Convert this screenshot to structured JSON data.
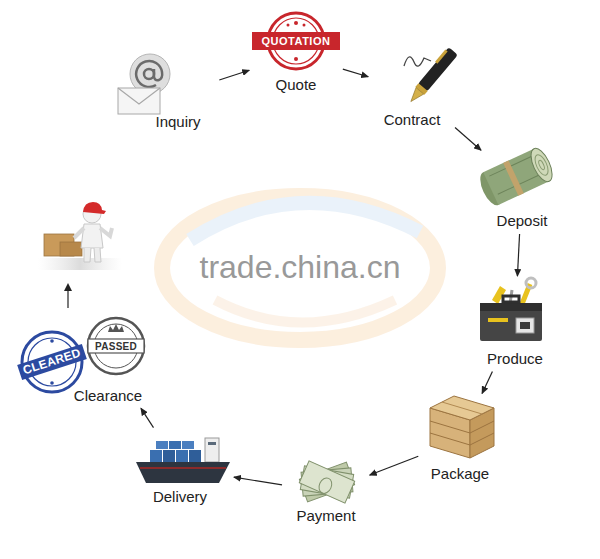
{
  "diagram": {
    "nodes": [
      {
        "text": [
          "Inquiry"
        ]
      },
      {
        "text": [
          "Quote"
        ]
      },
      {
        "text": [
          "Contract"
        ]
      },
      {
        "text": [
          "Deposit"
        ]
      },
      {
        "text": [
          "Produce"
        ]
      },
      {
        "text": [
          "Package"
        ]
      },
      {
        "text": [
          "Payment"
        ]
      },
      {
        "text": [
          "Delivery"
        ]
      },
      {
        "text": [
          "Clearance"
        ]
      }
    ],
    "edges": [
      {
        "from": 0,
        "to": 1,
        "arrow": "to"
      },
      {
        "from": 1,
        "to": 2,
        "arrow": "to"
      },
      {
        "from": 2,
        "to": 3,
        "arrow": "to"
      },
      {
        "from": 3,
        "to": 4,
        "arrow": "to"
      },
      {
        "from": 4,
        "to": 5,
        "arrow": "to"
      },
      {
        "from": 5,
        "to": 6,
        "arrow": "to"
      },
      {
        "from": 6,
        "to": 7,
        "arrow": "to"
      },
      {
        "from": 7,
        "to": 8,
        "arrow": "to"
      }
    ],
    "labels": [
      "QUOTATION",
      "CLEARED",
      "PASSED",
      "trade.china.cn"
    ]
  }
}
